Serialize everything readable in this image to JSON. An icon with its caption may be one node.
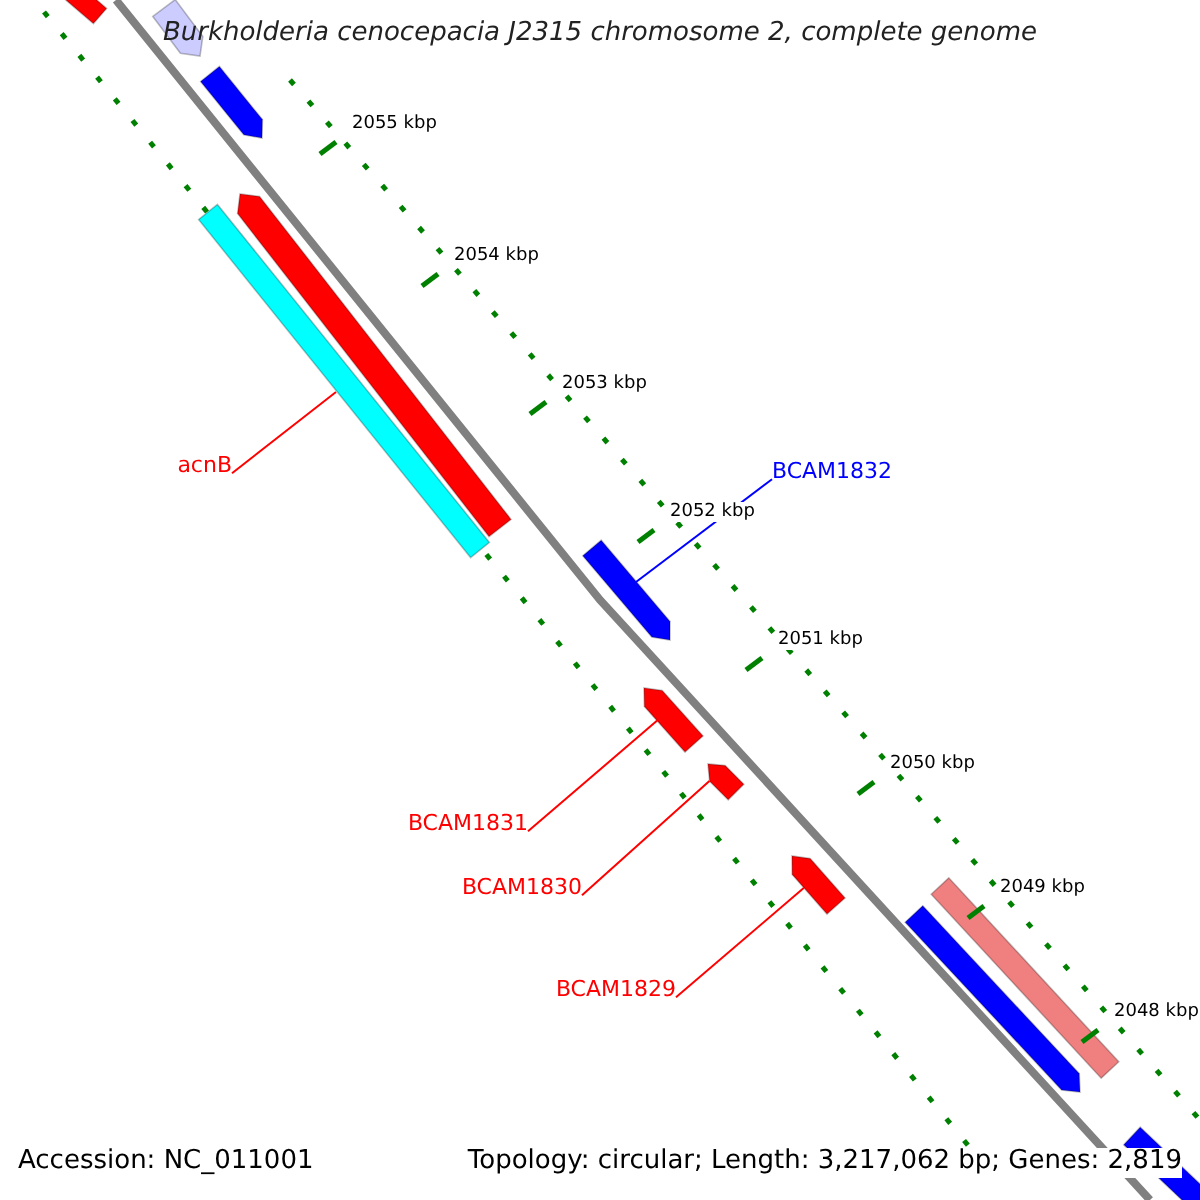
{
  "diagram": {
    "title": "Burkholderia cenocepacia J2315 chromosome 2, complete genome",
    "nodes": [
      {
        "text": [],
        "shape": "bar"
      },
      {
        "text": [],
        "shape": "arrow"
      },
      {
        "text": [],
        "shape": "arrow"
      },
      {
        "text": [],
        "shape": "arrow"
      },
      {
        "text": [
          "acnB"
        ]
      },
      {
        "text": [],
        "shape": "bar"
      },
      {
        "text": [
          "BCAM1832"
        ]
      },
      {
        "text": [],
        "shape": "arrow"
      },
      {
        "text": [
          "BCAM1831"
        ]
      },
      {
        "text": [],
        "shape": "arrow"
      },
      {
        "text": [
          "BCAM1830"
        ]
      },
      {
        "text": [],
        "shape": "arrow"
      },
      {
        "text": [
          "BCAM1829"
        ]
      },
      {
        "text": [],
        "shape": "arrow"
      },
      {
        "text": [],
        "shape": "bar"
      },
      {
        "text": [],
        "shape": "arrow"
      },
      {
        "text": [],
        "shape": "bar"
      }
    ],
    "edges": [
      {
        "from": 4,
        "to": 5,
        "arrow": "none"
      },
      {
        "from": 6,
        "to": 7,
        "arrow": "none",
        "color": "#0000ff"
      },
      {
        "from": 8,
        "to": 9,
        "arrow": "none"
      },
      {
        "from": 10,
        "to": 11,
        "arrow": "none"
      },
      {
        "from": 12,
        "to": 13,
        "arrow": "none"
      }
    ],
    "labels": [
      "2055 kbp",
      "2054 kbp",
      "2053 kbp",
      "2052 kbp",
      "2051 kbp",
      "2050 kbp",
      "2049 kbp",
      "2048 kbp",
      "Accession: NC_011001",
      "Topology: circular; Length: 3,217,062 bp; Genes: 2,819"
    ]
  }
}
